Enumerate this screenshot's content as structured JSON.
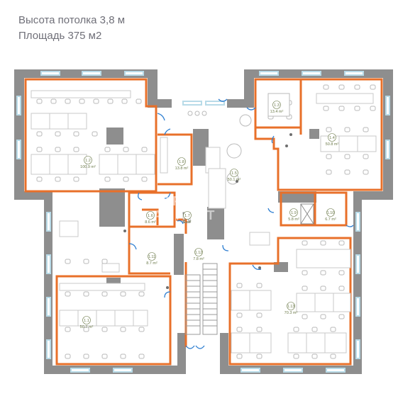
{
  "header": {
    "ceiling": "Высота потолка 3,8 м",
    "area": "Площадь 375 м2"
  },
  "watermark": {
    "line1": "OFFICE",
    "line2": "ANALYT"
  },
  "colors": {
    "wall": "#8e8e8e",
    "partition": "#e8702a",
    "door": "#2f7fd1",
    "window": "#b8dbe8",
    "label": "#6c7a4a"
  },
  "rooms": [
    {
      "id": "1.1",
      "area": "50.7 m²"
    },
    {
      "id": "1.2",
      "area": "100.9 m²"
    },
    {
      "id": "1.3",
      "area": "13.4 m²"
    },
    {
      "id": "1.4",
      "area": "50.8 m²"
    },
    {
      "id": "1.5",
      "area": "50.1 m²"
    },
    {
      "id": "1.6",
      "area": "8.6 m²"
    },
    {
      "id": "1.7",
      "area": "2 m²"
    },
    {
      "id": "1.8",
      "area": "13.8 m²"
    },
    {
      "id": "1.9",
      "area": "5.8 m²"
    },
    {
      "id": "1.10",
      "area": "6.7 m²"
    },
    {
      "id": "1.11",
      "area": "8.7 m²"
    },
    {
      "id": "1.12",
      "area": "7.8 m²"
    },
    {
      "id": "1.13",
      "area": "70.3 m²"
    }
  ]
}
